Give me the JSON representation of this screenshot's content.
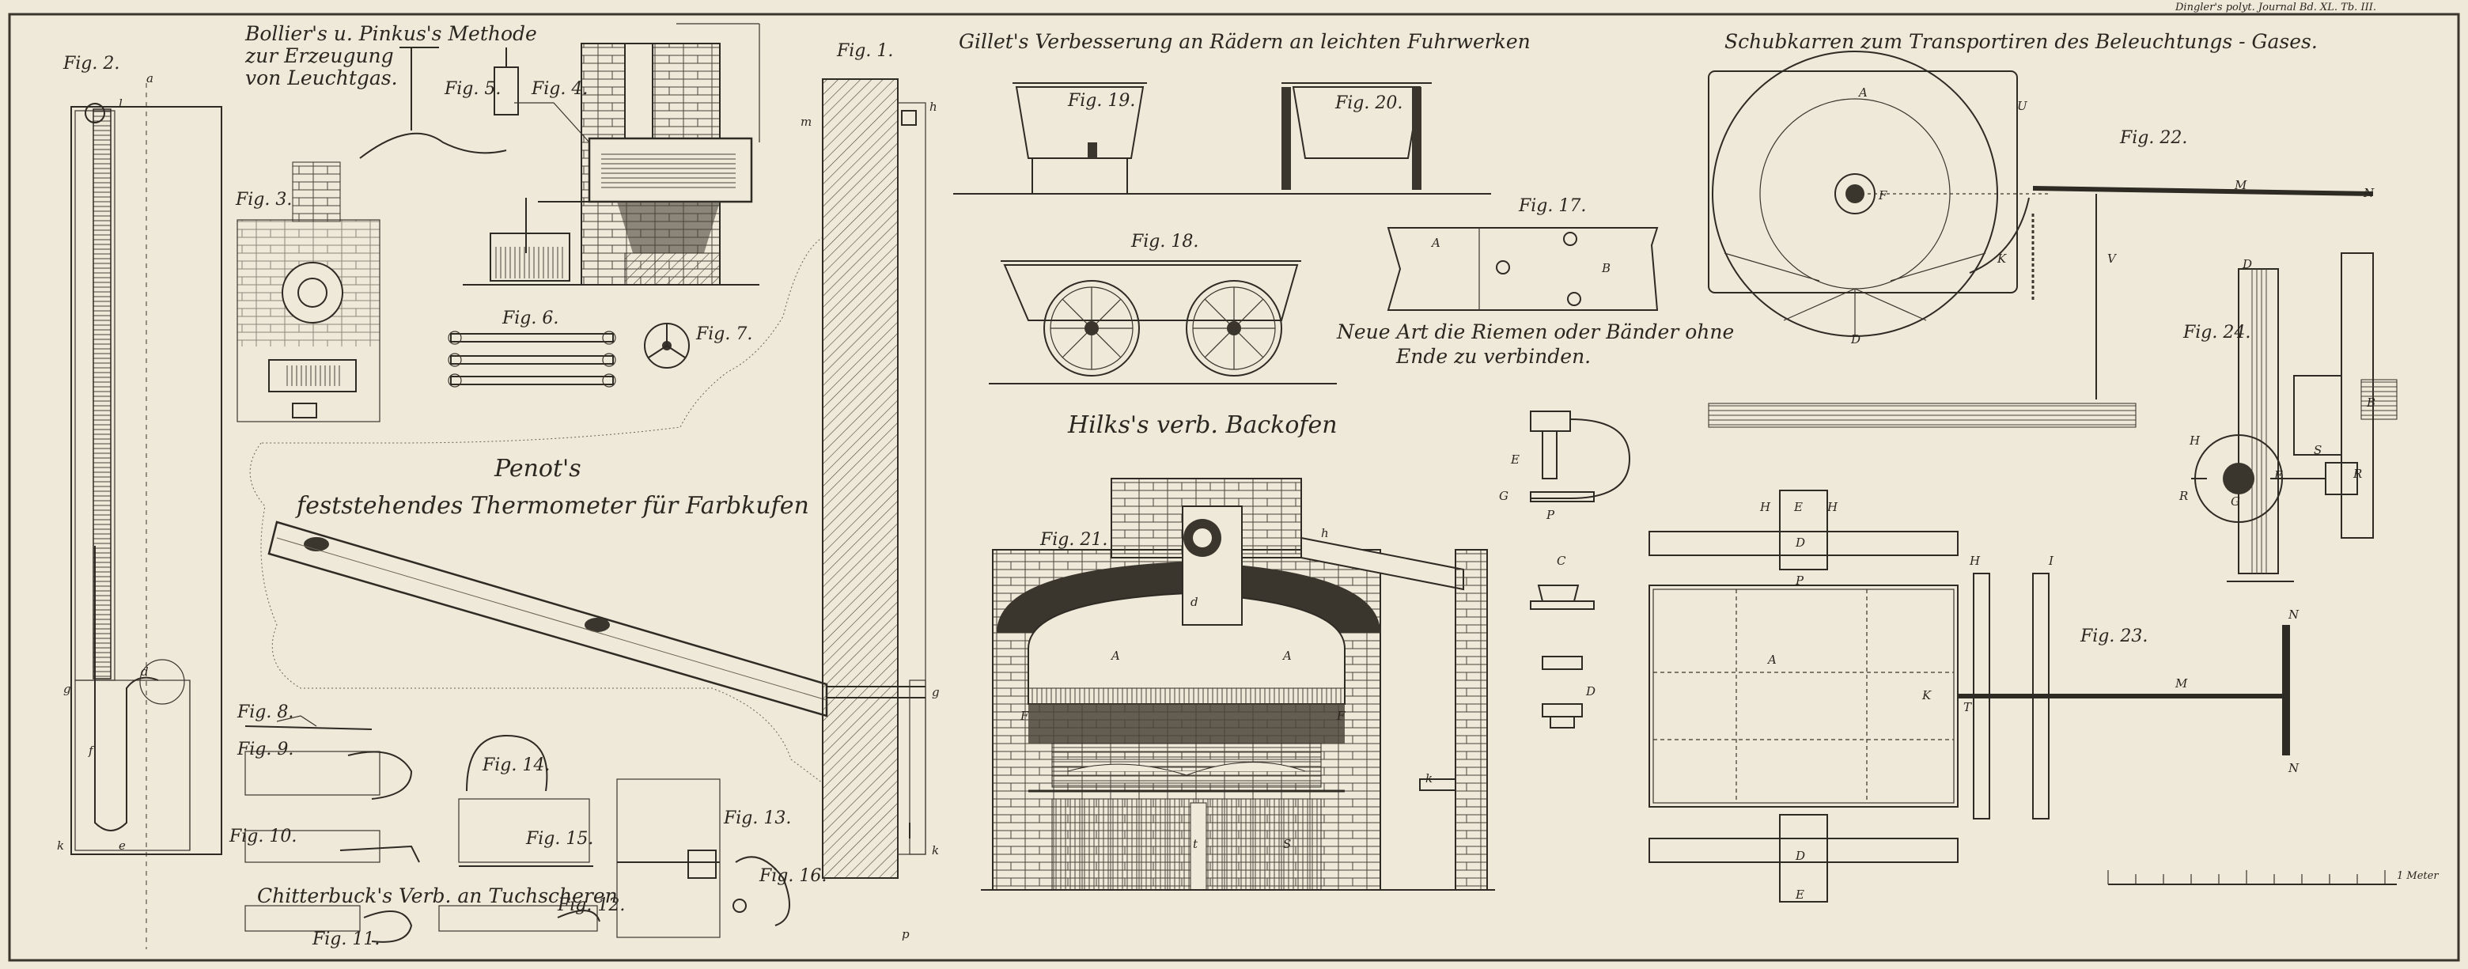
{
  "header": "Dingler's polyt. Journal Bd. XL. Tb. III.",
  "titles": {
    "gas_method": [
      "Bollier's u. Pinkus's Methode",
      "zur Erzeugung",
      "von Leuchtgas."
    ],
    "wheels": "Gillet's Verbesserung an Rädern an leichten Fuhrwerken",
    "wheelbarrow": "Schubkarren zum Transportiren des Beleuchtungs - Gases.",
    "thermometer": [
      "Penot's",
      "feststehendes Thermometer für Farbkufen"
    ],
    "oven": "Hilks's verb. Backofen",
    "belts": [
      "Neue Art die Riemen oder Bänder ohne",
      "Ende zu verbinden."
    ],
    "shears": "Chitterbuck's Verb. an Tuchscheren"
  },
  "figures": [
    "Fig. 1.",
    "Fig. 2.",
    "Fig. 3.",
    "Fig. 4.",
    "Fig. 5.",
    "Fig. 6.",
    "Fig. 7.",
    "Fig. 8.",
    "Fig. 9.",
    "Fig. 10.",
    "Fig. 11.",
    "Fig. 12.",
    "Fig. 13.",
    "Fig. 14.",
    "Fig. 15.",
    "Fig. 16.",
    "Fig. 17.",
    "Fig. 18.",
    "Fig. 19.",
    "Fig. 20.",
    "Fig. 21.",
    "Fig. 22.",
    "Fig. 23.",
    "Fig. 24."
  ],
  "scale_label": "1 Meter",
  "letters": {
    "a": "a",
    "b": "b",
    "c": "c",
    "d": "d",
    "e": "e",
    "f": "f",
    "g": "g",
    "h": "h",
    "i": "i",
    "k": "k",
    "l": "l",
    "m": "m",
    "p": "p",
    "r": "r",
    "s": "s",
    "t": "t",
    "A": "A",
    "B": "B",
    "C": "C",
    "D": "D",
    "E": "E",
    "F": "F",
    "G": "G",
    "H": "H",
    "I": "I",
    "K": "K",
    "M": "M",
    "N": "N",
    "P": "P",
    "R": "R",
    "S": "S",
    "T": "T",
    "U": "U",
    "V": "V"
  }
}
